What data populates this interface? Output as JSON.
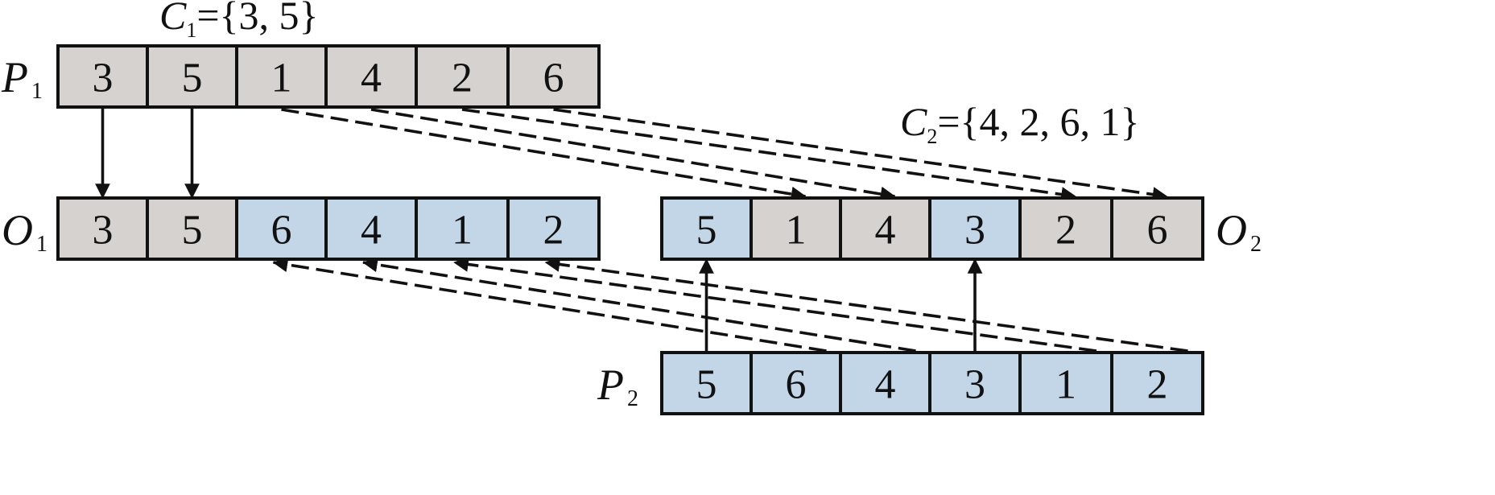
{
  "colors": {
    "parent1_cell": "#d5d2cf",
    "parent2_cell": "#c3d6e8",
    "stroke": "#111111",
    "background": "#ffffff"
  },
  "sets": {
    "c1": {
      "letter": "C",
      "subscript": "1",
      "value": "={3, 5}"
    },
    "c2": {
      "letter": "C",
      "subscript": "2",
      "value": "={4, 2, 6, 1}"
    }
  },
  "rows": [
    {
      "id": "p1",
      "label": {
        "letter": "P",
        "subscript": "1"
      },
      "cells": [
        {
          "value": "3",
          "source": "p1"
        },
        {
          "value": "5",
          "source": "p1"
        },
        {
          "value": "1",
          "source": "p1"
        },
        {
          "value": "4",
          "source": "p1"
        },
        {
          "value": "2",
          "source": "p1"
        },
        {
          "value": "6",
          "source": "p1"
        }
      ]
    },
    {
      "id": "o1",
      "label": {
        "letter": "O",
        "subscript": "1"
      },
      "cells": [
        {
          "value": "3",
          "source": "p1"
        },
        {
          "value": "5",
          "source": "p1"
        },
        {
          "value": "6",
          "source": "p2"
        },
        {
          "value": "4",
          "source": "p2"
        },
        {
          "value": "1",
          "source": "p2"
        },
        {
          "value": "2",
          "source": "p2"
        }
      ]
    },
    {
      "id": "o2",
      "label": {
        "letter": "O",
        "subscript": "2"
      },
      "cells": [
        {
          "value": "5",
          "source": "p2"
        },
        {
          "value": "1",
          "source": "p1"
        },
        {
          "value": "4",
          "source": "p1"
        },
        {
          "value": "3",
          "source": "p2"
        },
        {
          "value": "2",
          "source": "p1"
        },
        {
          "value": "6",
          "source": "p1"
        }
      ]
    },
    {
      "id": "p2",
      "label": {
        "letter": "P",
        "subscript": "2"
      },
      "cells": [
        {
          "value": "5",
          "source": "p2"
        },
        {
          "value": "6",
          "source": "p2"
        },
        {
          "value": "4",
          "source": "p2"
        },
        {
          "value": "3",
          "source": "p2"
        },
        {
          "value": "1",
          "source": "p2"
        },
        {
          "value": "2",
          "source": "p2"
        }
      ]
    }
  ],
  "edges": [
    {
      "from": "p1.0",
      "to": "o1.0",
      "style": "solid"
    },
    {
      "from": "p1.1",
      "to": "o1.1",
      "style": "solid"
    },
    {
      "from": "p1.2",
      "to": "o2.1",
      "style": "dashed"
    },
    {
      "from": "p1.3",
      "to": "o2.2",
      "style": "dashed"
    },
    {
      "from": "p1.4",
      "to": "o2.4",
      "style": "dashed"
    },
    {
      "from": "p1.5",
      "to": "o2.5",
      "style": "dashed"
    },
    {
      "from": "p2.0",
      "to": "o2.0",
      "style": "solid"
    },
    {
      "from": "p2.3",
      "to": "o2.3",
      "style": "solid"
    },
    {
      "from": "p2.1",
      "to": "o1.2",
      "style": "dashed"
    },
    {
      "from": "p2.2",
      "to": "o1.3",
      "style": "dashed"
    },
    {
      "from": "p2.4",
      "to": "o1.4",
      "style": "dashed"
    },
    {
      "from": "p2.5",
      "to": "o1.5",
      "style": "dashed"
    }
  ]
}
